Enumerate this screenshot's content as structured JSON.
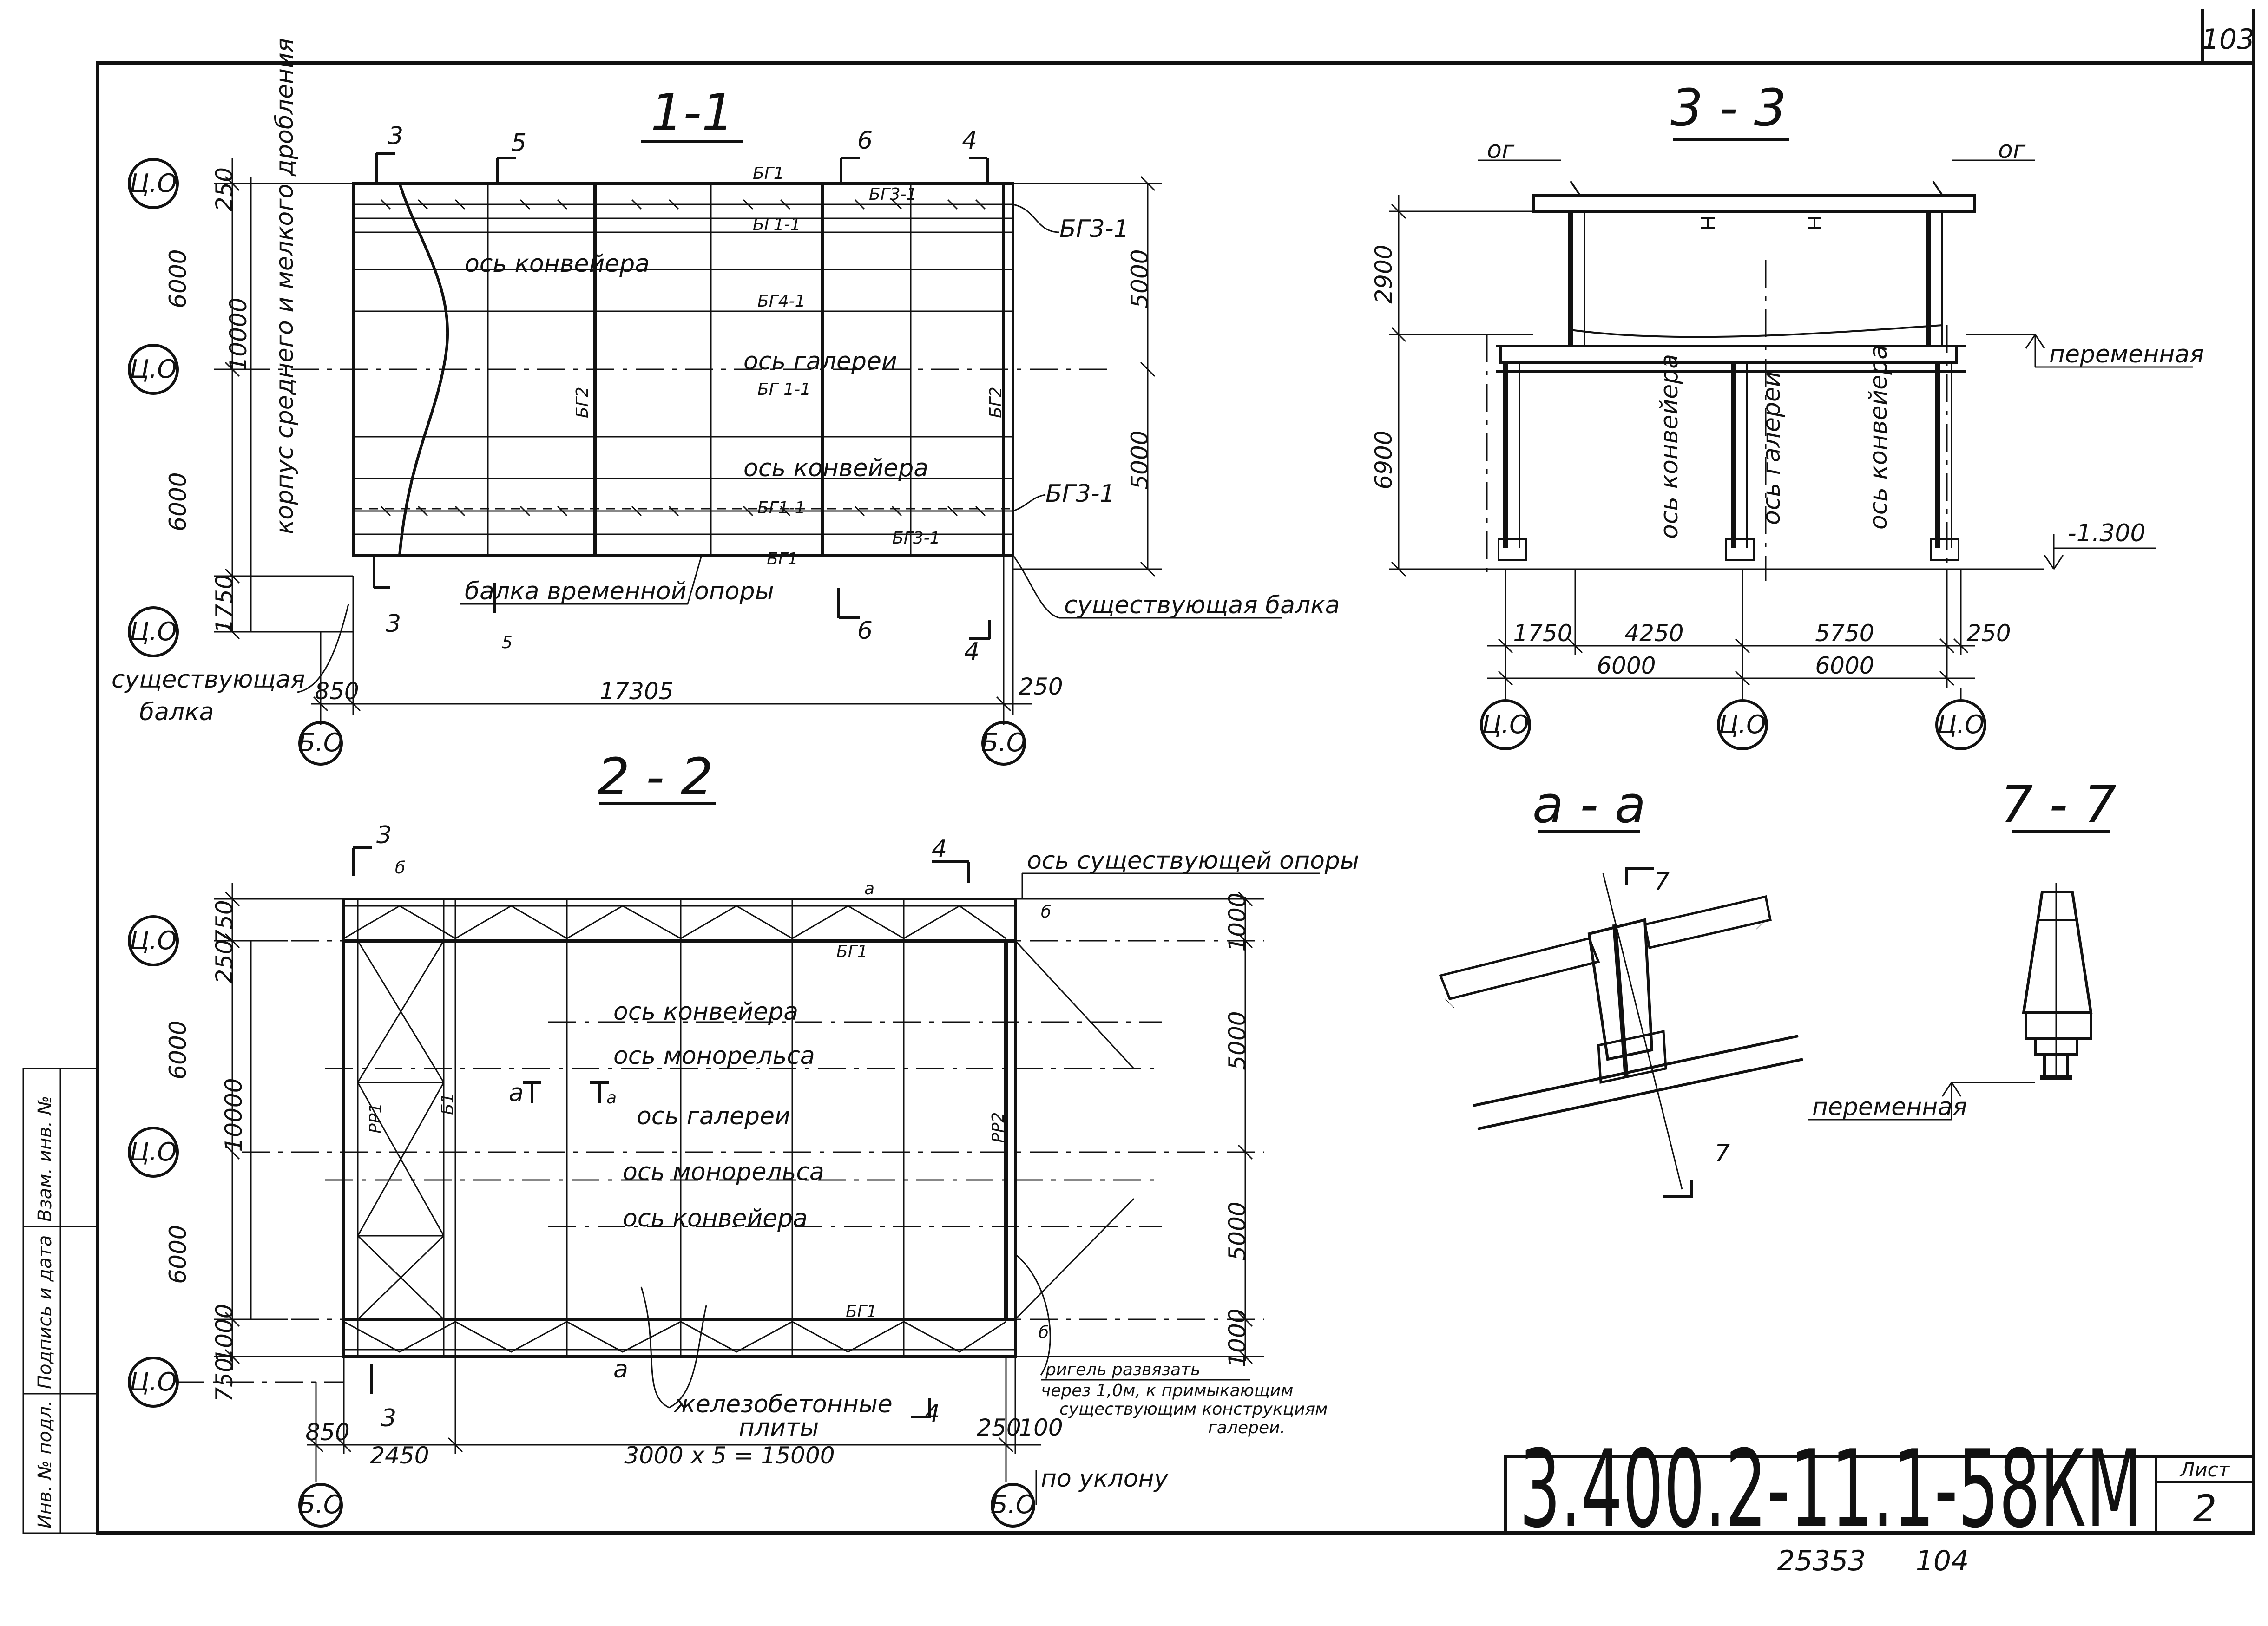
{
  "sheet": {
    "corner_number": "103",
    "doc_code": "3.400.2-11.1-58КМ",
    "sheet_label": "Лист",
    "sheet_number": "2",
    "archive_number": "25353",
    "archive_sub": "104",
    "side_stamp": [
      "Инв. № подл.",
      "Подпись и дата",
      "Взам. инв. №"
    ]
  },
  "view11": {
    "title": "1-1",
    "cuts": [
      "3",
      "5",
      "6",
      "4"
    ],
    "axis_bubbles": [
      "Ц.О",
      "Ц.О",
      "Ц.О"
    ],
    "b_bubbles": [
      "Б.О",
      "Б.О"
    ],
    "left_dims": [
      "250",
      "6000",
      "10000",
      "6000",
      "1750"
    ],
    "right_dims": [
      "5000",
      "5000"
    ],
    "bottom_dims": [
      "850",
      "17305",
      "250"
    ],
    "vertical_note": "корпус среднего и мелкого дробления",
    "labels": {
      "bg1_top": "БГ1",
      "bg31_top": "БГ3-1",
      "bg11_top": "БГ1-1",
      "bg31_right1": "БГ3-1",
      "conveyor_top": "ось конвейера",
      "bg41": "БГ4-1",
      "gallery": "ось галереи",
      "bg2_mid": "БГ2",
      "bg2_right": "БГ2",
      "bg11_mid": "БГ 1-1",
      "conveyor_bot": "ось конвейера",
      "bg11_low": "БГ1-1",
      "bg31_right2": "БГ3-1",
      "bg31_low": "БГ3-1",
      "bg1_low": "БГ1",
      "temp_beam": "балка временной опоры",
      "exist_beam_r": "существующая балка",
      "exist_beam_l1": "существующая",
      "exist_beam_l2": "балка"
    }
  },
  "view22": {
    "title": "2 - 2",
    "cuts": [
      "3",
      "4",
      "3",
      "4"
    ],
    "cut_letters": [
      "б",
      "б",
      "б"
    ],
    "axis_bubbles": [
      "Ц.О",
      "Ц.О",
      "Ц.О"
    ],
    "b_bubbles": [
      "Б.О",
      "Б.О"
    ],
    "left_dims": [
      "750",
      "250",
      "6000",
      "10000",
      "6000",
      "1000",
      "750"
    ],
    "right_dims": [
      "1000",
      "5000",
      "5000",
      "1000"
    ],
    "bottom_dims": [
      "850",
      "2450",
      "3000 x 5 = 15000",
      "250",
      "100"
    ],
    "labels": {
      "exist_support": "ось существующей опоры",
      "a_top": "а",
      "bg1_top": "БГ1",
      "conveyor1": "ось конвейера",
      "monorail1": "ось монорельса",
      "aa_left": "а",
      "aa_right": "а",
      "gallery": "ось галереи",
      "monorail2": "ось монорельса",
      "conveyor2": "ось конвейера",
      "rr1": "РР1",
      "b1": "Б1",
      "rr2": "РР2",
      "bg1_bot": "БГ1",
      "a_bot": "а",
      "slabs1": "железобетонные",
      "slabs2": "плиты",
      "slope": "по уклону",
      "note1": "ригель развязать",
      "note2": "через 1,0м, к примыкающим",
      "note3": "существующим конструкциям",
      "note4": "галереи."
    }
  },
  "view33": {
    "title": "3 - 3",
    "og_left": "ог",
    "og_right": "ог",
    "left_dims": [
      "2900",
      "6900"
    ],
    "level1": "переменная",
    "level2": "-1.300",
    "axes": [
      "ось конвейера",
      "ось галереи",
      "ось конвейера"
    ],
    "bottom_dims": [
      "1750",
      "4250",
      "5750",
      "250"
    ],
    "bottom_dims2": [
      "6000",
      "6000"
    ],
    "axis_bubbles": [
      "Ц.О",
      "Ц.О",
      "Ц.О"
    ]
  },
  "viewAA": {
    "title": "а - а",
    "cut_top": "7",
    "cut_bot": "7"
  },
  "view77": {
    "title": "7 - 7",
    "level": "переменная"
  }
}
